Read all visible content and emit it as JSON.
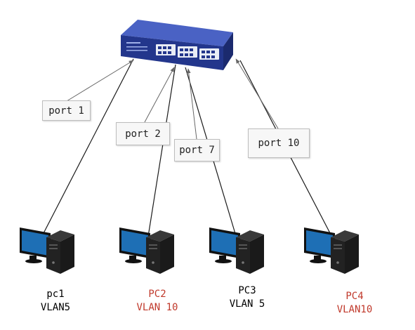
{
  "callouts": {
    "port1": "port 1",
    "port2": "port 2",
    "port7": "port 7",
    "port10": "port 10"
  },
  "pcs": [
    {
      "name": "pc1",
      "vlan": "VLAN5",
      "color": "#222222"
    },
    {
      "name": "PC2",
      "vlan": "VLAN 10",
      "color": "#c0392b"
    },
    {
      "name": "PC3",
      "vlan": "VLAN 5",
      "color": "#222222"
    },
    {
      "name": "PC4",
      "vlan": "VLAN10",
      "color": "#c0392b"
    }
  ],
  "colors": {
    "switch_body": "#2a3f9a",
    "switch_top": "#3d55b8",
    "monitor_screen": "#1e6fb5",
    "computer_tower": "#1a1a1a"
  }
}
